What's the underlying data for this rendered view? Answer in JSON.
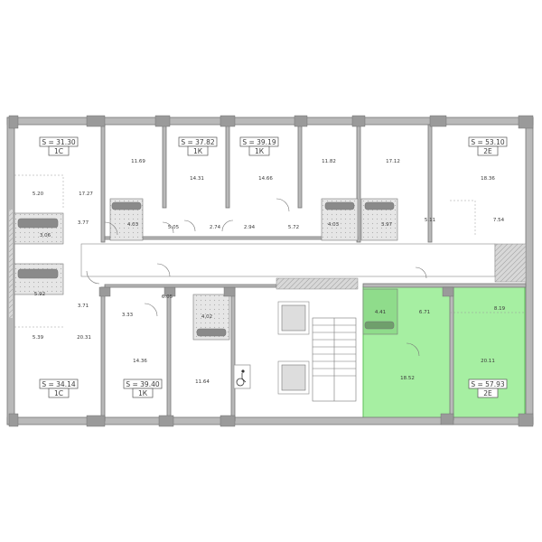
{
  "apartments": [
    {
      "key": "a1",
      "area": "S = 31.30",
      "type": "1С"
    },
    {
      "key": "a2",
      "area": "S = 37.82",
      "type": "1К"
    },
    {
      "key": "a3",
      "area": "S = 39.19",
      "type": "1К"
    },
    {
      "key": "a4",
      "area": "S = 53.10",
      "type": "2Е"
    },
    {
      "key": "a5",
      "area": "S = 34.14",
      "type": "1С"
    },
    {
      "key": "a6",
      "area": "S = 39.40",
      "type": "1К"
    },
    {
      "key": "a7",
      "area": "S = 57.93",
      "type": "2Е"
    }
  ],
  "rooms": [
    "11.69",
    "14.31",
    "14.66",
    "11.82",
    "17.12",
    "18.36",
    "5.20",
    "17.27",
    "3.77",
    "3.06",
    "4.03",
    "5.05",
    "2.74",
    "2.94",
    "5.72",
    "4.03",
    "3.97",
    "5.11",
    "7.54",
    "5.92",
    "3.71",
    "5.39",
    "20.31",
    "3.33",
    "6.05",
    "4.02",
    "14.36",
    "11.64",
    "4.41",
    "6.71",
    "8.19",
    "18.52",
    "20.11"
  ],
  "highlight_color": "#a6efa2",
  "wall_color": "#b9b9b9",
  "icons": [
    "wheelchair-icon"
  ]
}
